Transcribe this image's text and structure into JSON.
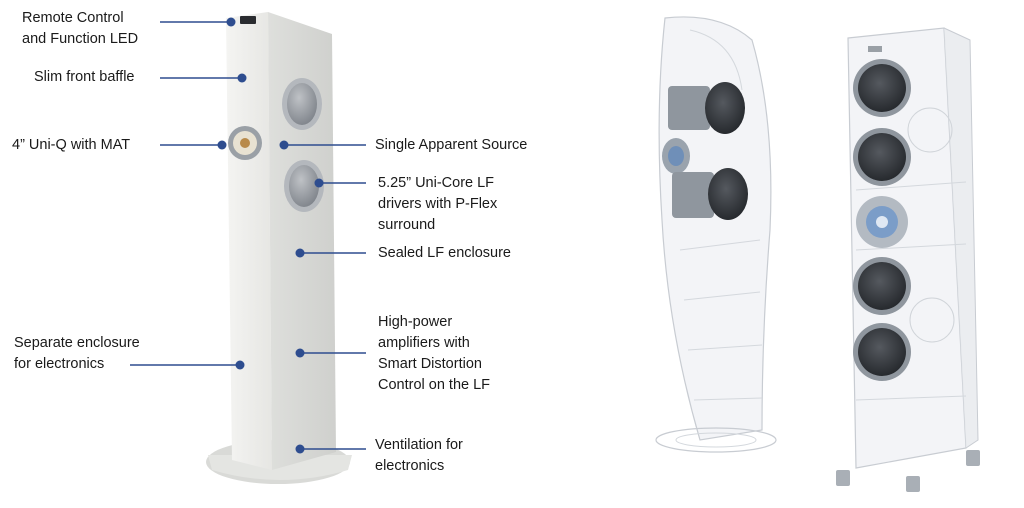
{
  "labels": {
    "remote_control": [
      "Remote Control",
      "and Function LED"
    ],
    "front_baffle": [
      "Slim front baffle"
    ],
    "uniq": [
      "4” Uni-Q with MAT"
    ],
    "single_source": [
      "Single Apparent Source"
    ],
    "unicore": [
      "5.25” Uni-Core LF",
      "drivers with P-Flex",
      "surround"
    ],
    "sealed_lf": [
      "Sealed LF enclosure"
    ],
    "separate_enclosure": [
      "Separate enclosure",
      "for electronics"
    ],
    "amplifiers": [
      "High-power",
      "amplifiers with",
      "Smart Distortion",
      "Control on the LF"
    ],
    "ventilation": [
      "Ventilation for",
      "electronics"
    ]
  },
  "colors": {
    "callout": "#2e4d8f",
    "speaker_body": "#ececea",
    "driver": "#3a3d42",
    "ghost": "#c8ccd2"
  }
}
